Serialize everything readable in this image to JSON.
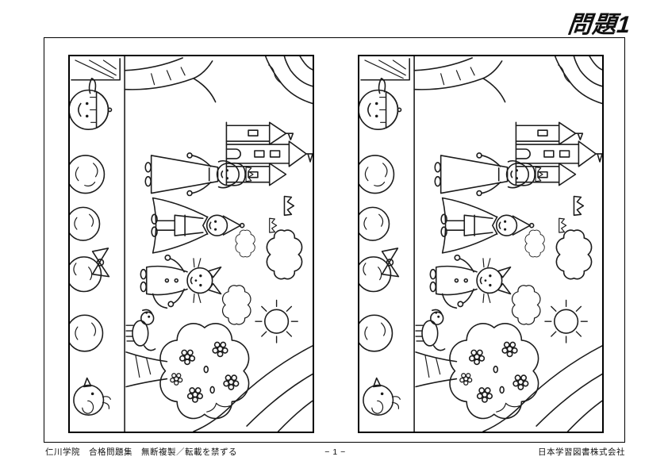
{
  "page": {
    "title": "問題1",
    "footer_left": "仁川学院　合格問題集　無断複製／転載を禁ずる",
    "page_number": "− 1 −",
    "footer_right": "日本学習図書株式会社"
  },
  "puzzle": {
    "panel_count": 2,
    "panels": [
      {
        "id": "left"
      },
      {
        "id": "right"
      }
    ],
    "scene_elements": [
      "curtain-left",
      "curtain-right",
      "castle",
      "crown-doodles",
      "clouds",
      "sun",
      "tree",
      "flower-bush",
      "princess",
      "prince",
      "cat-child",
      "puppy",
      "stage-edge",
      "fence",
      "audience-boy-with-cap",
      "audience-heads",
      "hair-bow",
      "chick"
    ]
  },
  "colors": {
    "ink": "#1c1c1c",
    "paper": "#ffffff"
  }
}
